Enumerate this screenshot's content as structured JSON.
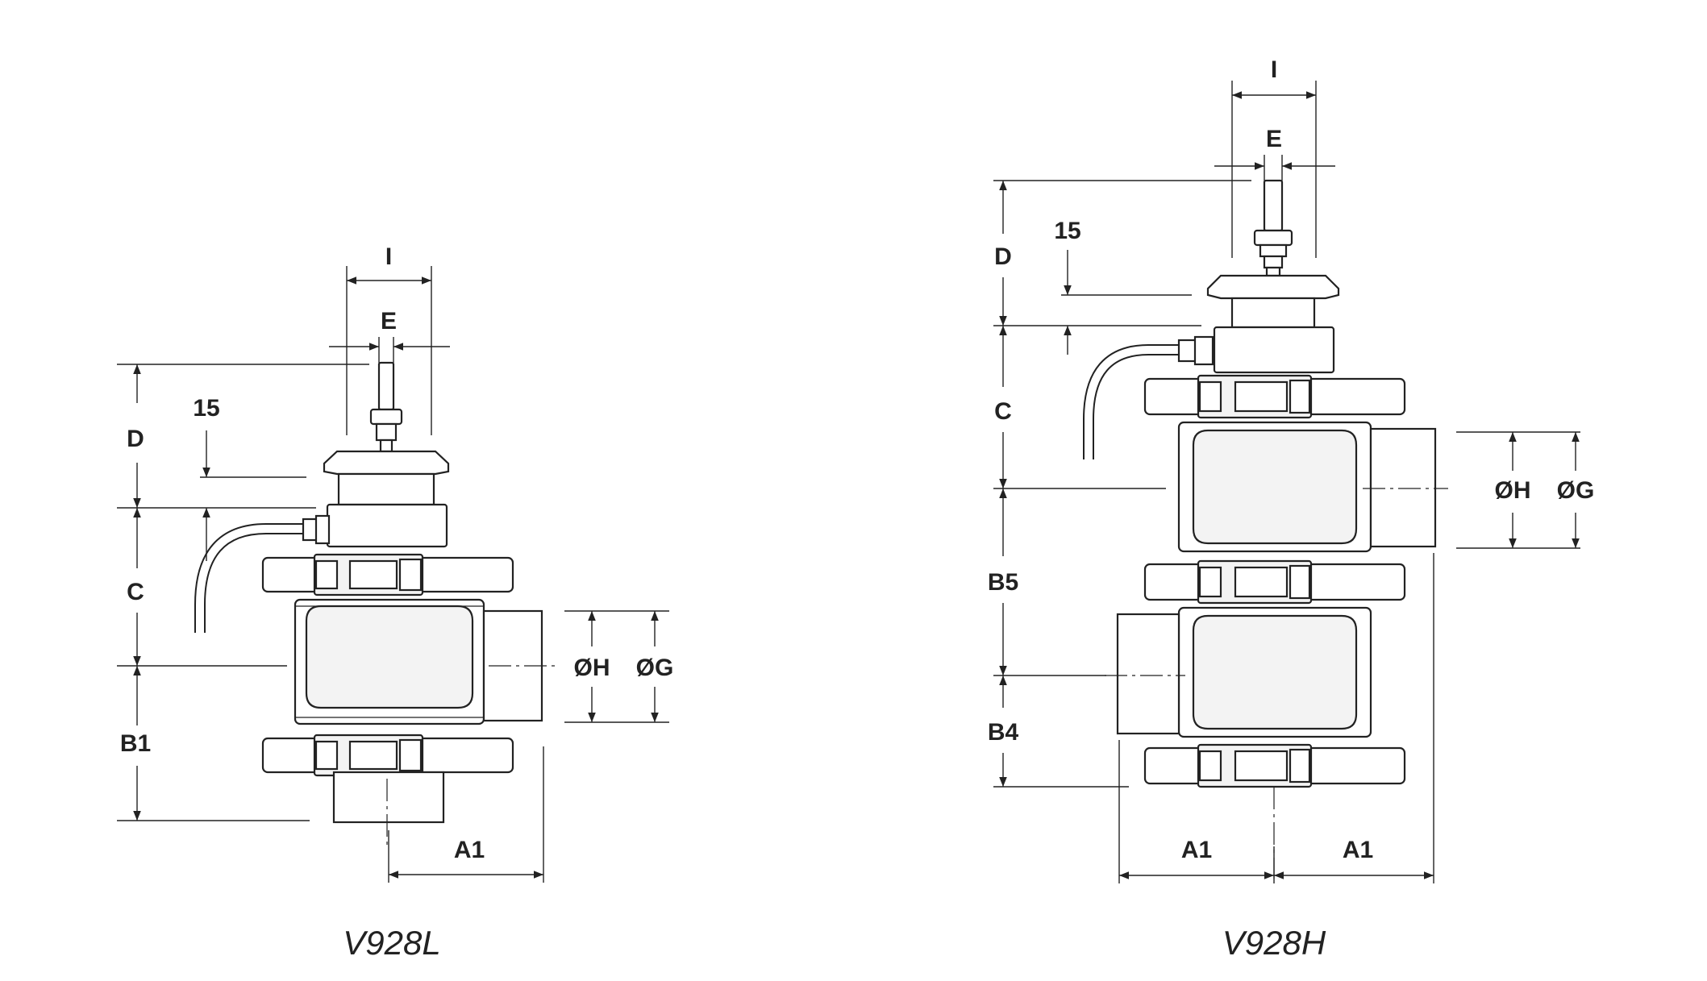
{
  "drawings": [
    {
      "caption": "V928L",
      "dims": {
        "I": "I",
        "E": "E",
        "D": "D",
        "fifteen": "15",
        "C": "C",
        "B1": "B1",
        "A1": "A1",
        "H": "ØH",
        "G": "ØG"
      }
    },
    {
      "caption": "V928H",
      "dims": {
        "I": "I",
        "E": "E",
        "D": "D",
        "fifteen": "15",
        "C": "C",
        "B5": "B5",
        "B4": "B4",
        "A1_left": "A1",
        "A1_right": "A1",
        "H": "ØH",
        "G": "ØG"
      }
    }
  ]
}
